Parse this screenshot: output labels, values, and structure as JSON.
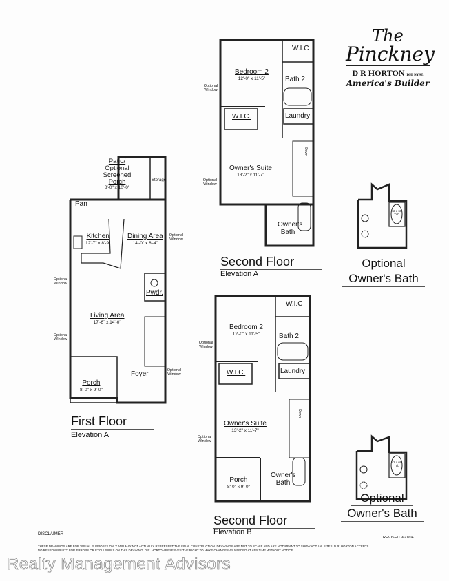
{
  "brand": {
    "title_line1": "The",
    "title_line2": "Pinckney",
    "builder": "D R HORTON",
    "exchange": "DHI NYSE",
    "tagline": "America's Builder"
  },
  "first_floor": {
    "title": "First Floor",
    "elevation": "Elevation A",
    "rooms": {
      "patio": {
        "name": "Patio/ Optional Screened Porch",
        "size": "8'-0\" x 10'-0\""
      },
      "storage": {
        "name": "Storage"
      },
      "pantry": {
        "name": "Pan"
      },
      "kitchen": {
        "name": "Kitchen",
        "size": "12'-7\" x 8'-9\""
      },
      "dining": {
        "name": "Dining Area",
        "size": "14'-0\" x 8'-4\""
      },
      "living": {
        "name": "Living Area",
        "size": "17'-6\" x 14'-0\""
      },
      "powder": {
        "name": "Pwdr."
      },
      "porch": {
        "name": "Porch",
        "size": "8'-0\" x 9'-0\""
      },
      "foyer": {
        "name": "Foyer"
      }
    },
    "window_label": "Optional Window"
  },
  "second_floor_a": {
    "title": "Second Floor",
    "elevation": "Elevation A",
    "rooms": {
      "bedroom2": {
        "name": "Bedroom 2",
        "size": "12'-0\" x 11'-5\""
      },
      "wic_top": {
        "name": "W.I.C"
      },
      "bath2": {
        "name": "Bath 2"
      },
      "wic": {
        "name": "W.I.C."
      },
      "laundry": {
        "name": "Laundry"
      },
      "owners_suite": {
        "name": "Owner's Suite",
        "size": "13'-2\" x 11'-7\""
      },
      "owners_bath": {
        "name": "Owner's Bath"
      },
      "stairs": {
        "name": "Down"
      }
    },
    "window_label": "Optional Window"
  },
  "second_floor_b": {
    "title": "Second Floor",
    "elevation": "Elevation B",
    "rooms": {
      "bedroom2": {
        "name": "Bedroom 2",
        "size": "12'-0\" x 11'-5\""
      },
      "wic_top": {
        "name": "W.I.C"
      },
      "bath2": {
        "name": "Bath 2"
      },
      "wic": {
        "name": "W.I.C."
      },
      "laundry": {
        "name": "Laundry"
      },
      "owners_suite": {
        "name": "Owner's Suite",
        "size": "13'-2\" x 11'-7\""
      },
      "porch": {
        "name": "Porch",
        "size": "8'-0\" x 9'-0\""
      },
      "owners_bath": {
        "name": "Owner's Bath"
      },
      "stairs": {
        "name": "Down"
      }
    },
    "window_label": "Optional Window"
  },
  "optional_bath": {
    "line1": "Optional",
    "line2": "Owner's Bath",
    "tub": "42 x 60 Tub"
  },
  "footer": {
    "disclaimer_heading": "DISCLAIMER",
    "revised": "REVISED 9/21/04",
    "disclaimer_line1": "THESE DRAWINGS ARE FOR VISUAL PURPOSES ONLY AND MAY NOT ACTUALLY REPRESENT THE FINAL CONSTRUCTION. DRAWINGS ARE NOT TO SCALE AND ARE NOT MEANT TO SHOW ACTUAL SIZES. D.R. HORTON ACCEPTS",
    "disclaimer_line2": "NO RESPONSIBILITY FOR ERRORS OR EXCLUSIONS ON THIS DRAWING. D.R. HORTON RESERVES THE RIGHT TO MAKE CHANGES AS NEEDED AT ANY TIME WITHOUT NOTICE."
  },
  "watermark": "Realty Management Advisors"
}
